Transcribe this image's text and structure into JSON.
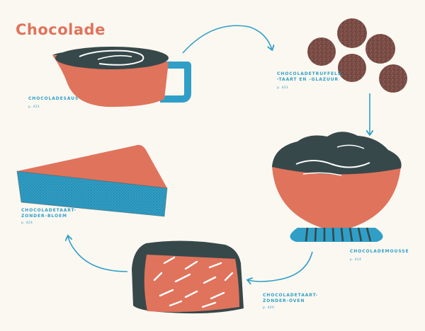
{
  "title": "Chocolade",
  "colors": {
    "coral": "#e0735c",
    "dark": "#37484a",
    "blue": "#2f9fc7",
    "truffle": "#7a4c45",
    "background": "#fbf8f1"
  },
  "items": [
    {
      "name": "CHOCOLADESAUS",
      "page": "p. 431",
      "icon": "gravy-boat-icon"
    },
    {
      "name": "CHOCOLADETRUFFELS,\n-TAART EN -GLAZUUR",
      "page": "p. 431",
      "icon": "truffles-icon"
    },
    {
      "name": "CHOCOLADEMOUSSE",
      "page": "p. 414",
      "icon": "mousse-bowl-icon"
    },
    {
      "name": "CHOCOLADETAART-\nZONDER-OVEN",
      "page": "p. 420",
      "icon": "no-bake-cake-icon"
    },
    {
      "name": "CHOCOLADETAART-\nZONDER-BLOEM",
      "page": "p. 424",
      "icon": "cake-slice-icon"
    }
  ]
}
